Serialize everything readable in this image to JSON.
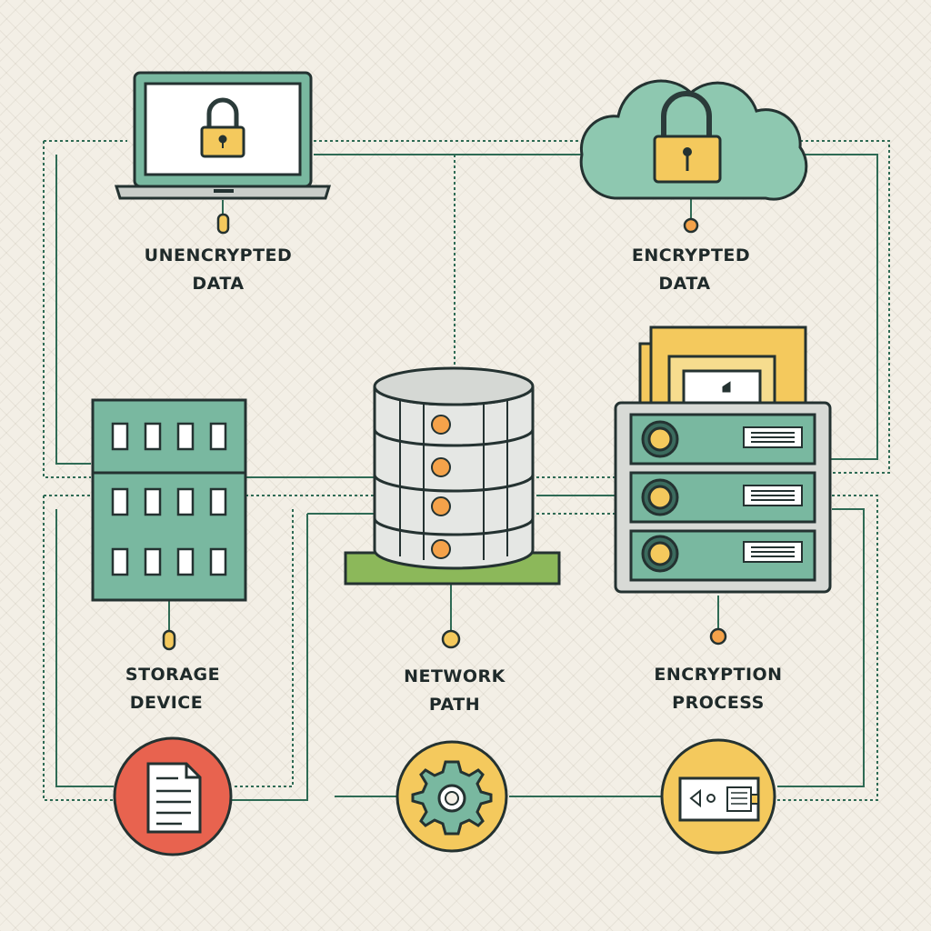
{
  "nodes": {
    "unencrypted_data": {
      "line1": "UNENCRYPTED",
      "line2": "DATA",
      "icon": "laptop-lock-icon"
    },
    "encrypted_data": {
      "line1": "ENCRYPTED",
      "line2": "DATA",
      "icon": "cloud-lock-icon"
    },
    "storage_device": {
      "line1": "STORAGE",
      "line2": "DEVICE",
      "icon": "storage-rack-icon"
    },
    "network_path": {
      "line1": "NETWORK",
      "line2": "PATH",
      "icon": "database-cylinder-icon"
    },
    "encryption_process": {
      "line1": "ENCRYPTION",
      "line2": "PROCESS",
      "icon": "server-rack-icon"
    }
  },
  "bottom_icons": [
    "document-icon",
    "gear-icon",
    "key-card-icon"
  ],
  "colors": {
    "teal": "#79b8a0",
    "teal_dark": "#3b6b5e",
    "yellow": "#f4c95d",
    "orange": "#f4a24a",
    "red": "#e8634f",
    "green": "#7cb342",
    "line": "#2f6b55",
    "ink": "#243231",
    "background": "#f3efe6"
  }
}
